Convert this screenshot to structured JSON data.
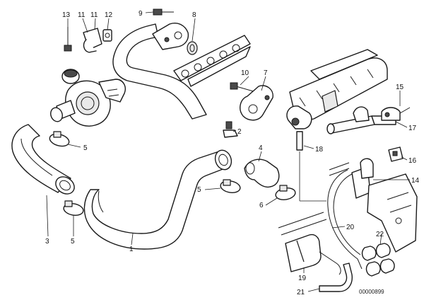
{
  "diagram": {
    "callouts": {
      "c1": "1",
      "c2": "2",
      "c3": "3",
      "c4": "4",
      "c5a": "5",
      "c5b": "5",
      "c5c": "5",
      "c6": "6",
      "c7": "7",
      "c8": "8",
      "c9": "9",
      "c10": "10",
      "c11a": "11",
      "c11b": "11",
      "c12": "12",
      "c13": "13",
      "c14": "14",
      "c15": "15",
      "c16": "16",
      "c17": "17",
      "c18": "18",
      "c19": "19",
      "c20": "20",
      "c21": "21",
      "c22": "22"
    },
    "reference_number": "00000899"
  }
}
